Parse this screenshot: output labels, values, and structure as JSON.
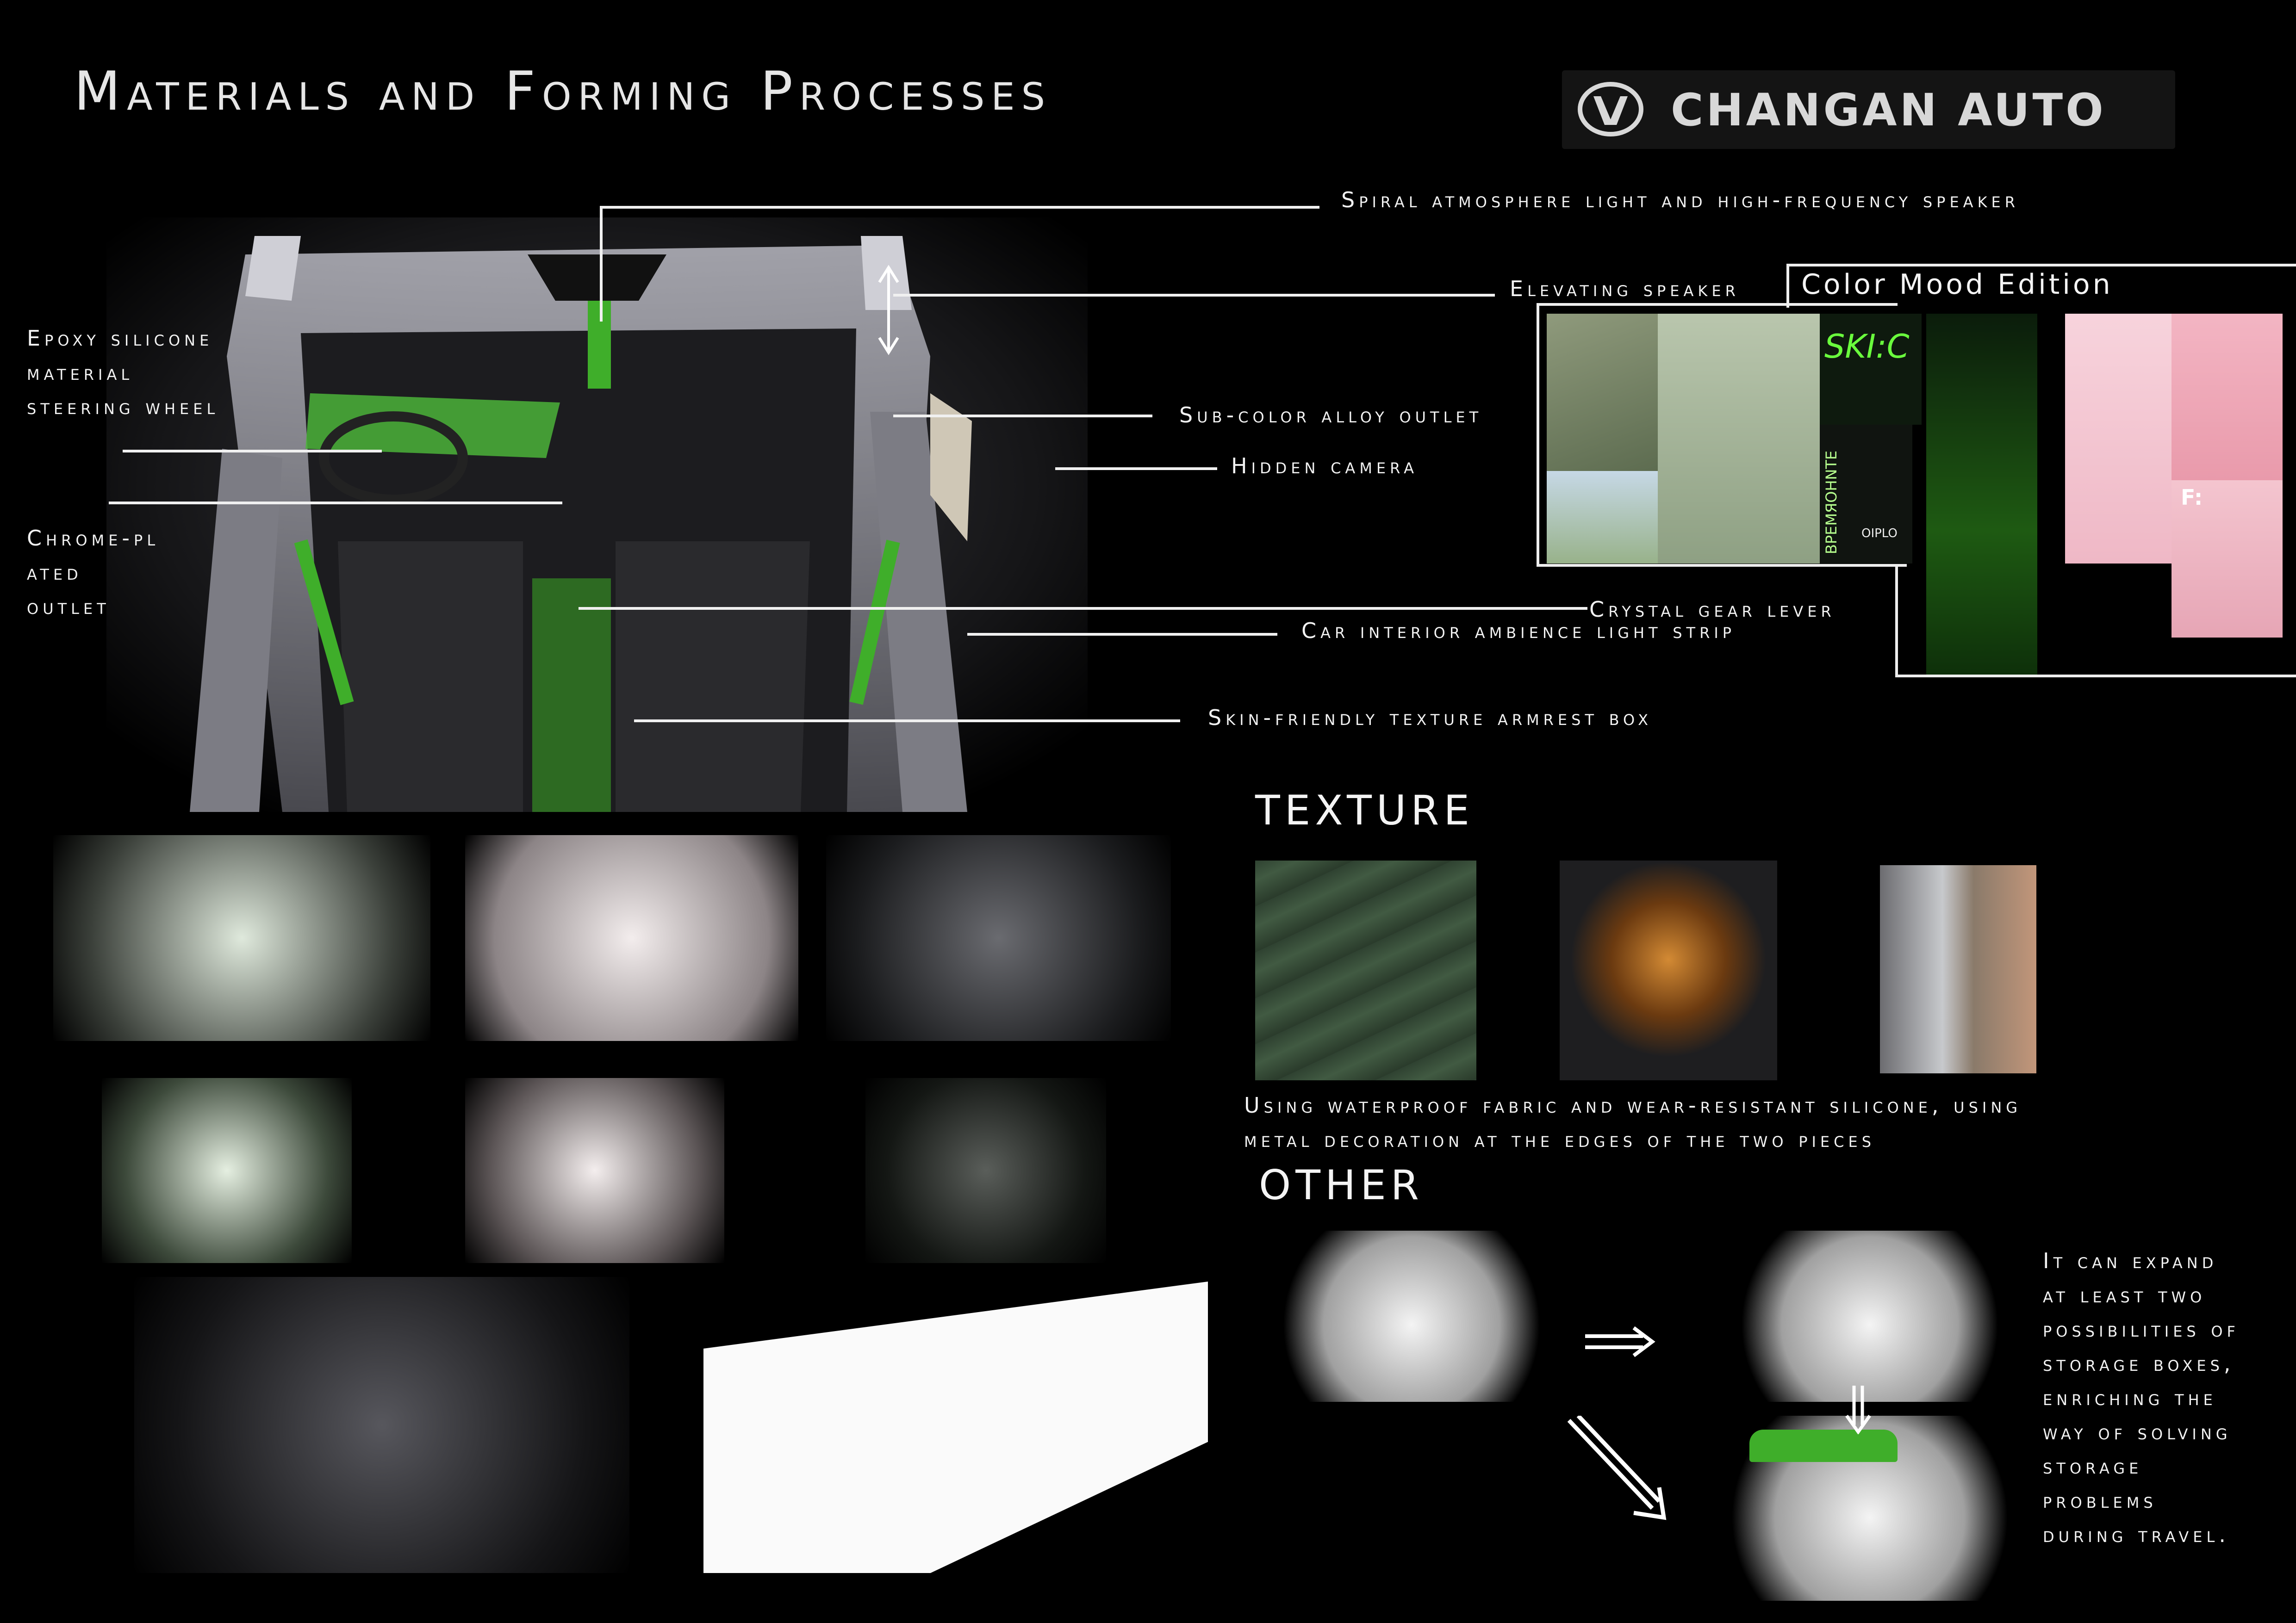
{
  "header": {
    "title": "Materials and Forming Processes",
    "brand": "CHANGAN AUTO"
  },
  "callouts": {
    "spiral_light": "Spiral atmosphere light and high-frequency speaker",
    "elevating_speaker": "Elevating speaker",
    "epoxy": [
      "Epoxy silicone",
      "material",
      "steering wheel"
    ],
    "sub_color_outlet": "Sub-color alloy outlet",
    "hidden_camera": "Hidden camera",
    "chrome": [
      "Chrome-pl",
      "ated",
      "outlet"
    ],
    "crystal_gear": "Crystal gear lever",
    "ambience_strip": "Car interior ambience light strip",
    "armrest": "Skin-friendly texture armrest box"
  },
  "color_mood": {
    "title": "Color Mood Edition",
    "swatch_texts": [
      "SKI:C",
      "BPEMЯOHNTE",
      "OIPLO",
      "F:"
    ]
  },
  "texture": {
    "title": "TEXTURE",
    "caption": [
      "Using waterproof fabric and wear-resistant silicone, using",
      "metal decoration at the edges of the two pieces"
    ]
  },
  "other": {
    "title": "OTHER",
    "description": [
      "It can expand",
      "at least two",
      "possibilities of",
      "storage boxes,",
      "enriching the",
      "way of solving",
      "storage",
      "problems",
      "during travel."
    ]
  },
  "colors": {
    "background": "#000000",
    "accent_green": "#3fae2a",
    "pink": "#f2c9d2",
    "mint": "#cfe4cf"
  },
  "icons": {
    "arrow_double_right": "double-arrow-right-icon",
    "arrow_down": "arrow-down-icon",
    "arrow_diag": "arrow-down-right-icon",
    "brand_logo": "changan-v-logo-icon"
  }
}
